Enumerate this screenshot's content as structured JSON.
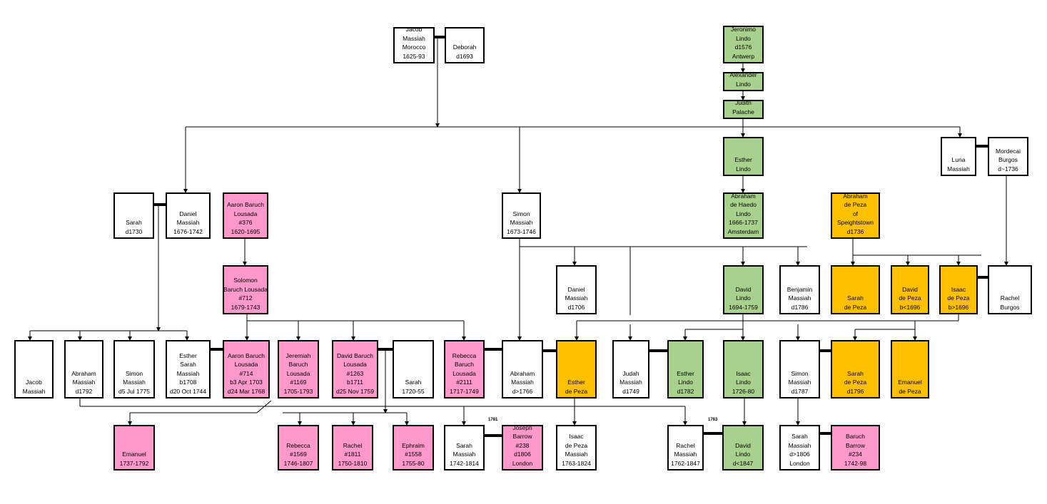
{
  "colors": {
    "white": "#ffffff",
    "green": "#a9d18e",
    "pink": "#ff99cc",
    "gold": "#ffc000",
    "line": "#000000"
  },
  "people": {
    "jacob_massiah_sr": {
      "lines": [
        "Jacob",
        "Massiah",
        "Morocco",
        "1625-93"
      ],
      "fill": "white"
    },
    "deborah": {
      "lines": [
        "Deborah",
        "d1693"
      ],
      "fill": "white"
    },
    "jeronimo_lindo": {
      "lines": [
        "Jeronimo",
        "Lindo",
        "d1576",
        "Antwerp"
      ],
      "fill": "green"
    },
    "alexander_lindo": {
      "lines": [
        "Alexander",
        "Lindo"
      ],
      "fill": "green"
    },
    "judith_palache": {
      "lines": [
        "Judith",
        "Palache"
      ],
      "fill": "green"
    },
    "esther_lindo_sr": {
      "lines": [
        "Esther",
        "Lindo"
      ],
      "fill": "green"
    },
    "luna_massiah": {
      "lines": [
        "Luna",
        "Massiah"
      ],
      "fill": "white"
    },
    "mordecai_burgos": {
      "lines": [
        "Mordecai",
        "Burgos",
        "d~1736"
      ],
      "fill": "white"
    },
    "sarah_d1730": {
      "lines": [
        "Sarah",
        "d1730"
      ],
      "fill": "white"
    },
    "daniel_massiah_sr": {
      "lines": [
        "Daniel",
        "Massiah",
        "1676-1742"
      ],
      "fill": "white"
    },
    "aaron_baruch_376": {
      "lines": [
        "Aaron Baruch",
        "Lousada",
        "#376",
        "1620-1695"
      ],
      "fill": "pink"
    },
    "simon_massiah_sr": {
      "lines": [
        "Simon",
        "Massiah",
        "1673-1746"
      ],
      "fill": "white"
    },
    "abraham_de_haedo": {
      "lines": [
        "Abraham",
        "de Haedo",
        "Lindo",
        "1666-1737",
        "Amsterdam"
      ],
      "fill": "green"
    },
    "abraham_de_peza": {
      "lines": [
        "Abraham",
        "de Peza",
        "of",
        "Speightstown",
        "d1736"
      ],
      "fill": "gold"
    },
    "solomon_baruch": {
      "lines": [
        "Solomon",
        "Baruch Lousada",
        "#712",
        "1679-1743"
      ],
      "fill": "pink"
    },
    "daniel_massiah_d1706": {
      "lines": [
        "Daniel",
        "Massiah",
        "d1706"
      ],
      "fill": "white"
    },
    "david_lindo_sr": {
      "lines": [
        "David",
        "Lindo",
        "1694-1759"
      ],
      "fill": "green"
    },
    "benjamin_massiah": {
      "lines": [
        "Benjamin",
        "Massiah",
        "d1786"
      ],
      "fill": "white"
    },
    "sarah_de_peza": {
      "lines": [
        "Sarah",
        "de Peza"
      ],
      "fill": "gold"
    },
    "david_de_peza": {
      "lines": [
        "David",
        "de Peza",
        "b<1696"
      ],
      "fill": "gold"
    },
    "isaac_de_peza": {
      "lines": [
        "Isaac",
        "de Peza",
        "b>1696"
      ],
      "fill": "gold"
    },
    "rachel_burgos": {
      "lines": [
        "Rachel",
        "Burgos"
      ],
      "fill": "white"
    },
    "jacob_massiah_jr": {
      "lines": [
        "Jacob",
        "Massiah"
      ],
      "fill": "white"
    },
    "abraham_massiah_d1792": {
      "lines": [
        "Abraham",
        "Massiah",
        "d1792"
      ],
      "fill": "white"
    },
    "simon_massiah_d1775": {
      "lines": [
        "Simon",
        "Massiah",
        "d5 Jul 1775"
      ],
      "fill": "white"
    },
    "esther_sarah_massiah": {
      "lines": [
        "Esther",
        "Sarah",
        "Massiah",
        "b1708",
        "d20 Oct 1744"
      ],
      "fill": "white"
    },
    "aaron_baruch_714": {
      "lines": [
        "Aaron Baruch",
        "Lousada",
        "#714",
        "b3 Apr 1703",
        "d24 Mar 1768"
      ],
      "fill": "pink"
    },
    "jeremiah_baruch": {
      "lines": [
        "Jeremiah",
        "Baruch",
        "Lousada",
        "#1169",
        "1705-1793"
      ],
      "fill": "pink"
    },
    "david_baruch": {
      "lines": [
        "David Baruch",
        "Lousada",
        "#1263",
        "b1711",
        "d25 Nov 1759"
      ],
      "fill": "pink"
    },
    "sarah_1720": {
      "lines": [
        "Sarah",
        "1720-55"
      ],
      "fill": "white"
    },
    "rebecca_baruch": {
      "lines": [
        "Rebecca",
        "Baruch",
        "Lousada",
        "#2111",
        "1717-1749"
      ],
      "fill": "pink"
    },
    "abraham_massiah_d1766": {
      "lines": [
        "Abraham",
        "Massiah",
        "d>1766"
      ],
      "fill": "white"
    },
    "esther_de_peza": {
      "lines": [
        "Esther",
        "de Peza"
      ],
      "fill": "gold"
    },
    "judah_massiah": {
      "lines": [
        "Judah",
        "Massiah",
        "d1749"
      ],
      "fill": "white"
    },
    "esther_lindo_d1782": {
      "lines": [
        "Esther",
        "Lindo",
        "d1782"
      ],
      "fill": "green"
    },
    "isaac_lindo": {
      "lines": [
        "Isaac",
        "Lindo",
        "1726-80"
      ],
      "fill": "green"
    },
    "simon_massiah_d1787": {
      "lines": [
        "Simon",
        "Massiah",
        "d1787"
      ],
      "fill": "white"
    },
    "sarah_de_peza_d1796": {
      "lines": [
        "Sarah",
        "de Peza",
        "d1796"
      ],
      "fill": "gold"
    },
    "emanuel_de_peza": {
      "lines": [
        "Emanuel",
        "de Peza"
      ],
      "fill": "gold"
    },
    "emanuel": {
      "lines": [
        "Emanuel",
        "1737-1792"
      ],
      "fill": "pink"
    },
    "rebecca_1569": {
      "lines": [
        "Rebecca",
        "#1569",
        "1746-1807"
      ],
      "fill": "pink"
    },
    "rachel_1811": {
      "lines": [
        "Rachel",
        "#1811",
        "1750-1810"
      ],
      "fill": "pink"
    },
    "ephraim_1558": {
      "lines": [
        "Ephraim",
        "#1558",
        "1755-80"
      ],
      "fill": "pink"
    },
    "sarah_massiah_1742": {
      "lines": [
        "Sarah",
        "Massiah",
        "1742-1814"
      ],
      "fill": "white"
    },
    "joseph_barrow": {
      "lines": [
        "Joseph",
        "Barrow",
        "#238",
        "d1806",
        "London"
      ],
      "fill": "pink"
    },
    "isaac_de_peza_massiah": {
      "lines": [
        "Isaac",
        "de Peza",
        "Massiah",
        "1763-1824"
      ],
      "fill": "white"
    },
    "rachel_massiah": {
      "lines": [
        "Rachel",
        "Massiah",
        "1762-1847"
      ],
      "fill": "white"
    },
    "david_lindo_jr": {
      "lines": [
        "David",
        "Lindo",
        "d<1847"
      ],
      "fill": "green"
    },
    "sarah_massiah_d1806": {
      "lines": [
        "Sarah",
        "Massiah",
        "d>1806",
        "London"
      ],
      "fill": "white"
    },
    "baruch_barrow": {
      "lines": [
        "Baruch",
        "Barrow",
        "#234",
        "1742-98"
      ],
      "fill": "pink"
    }
  },
  "notes": {
    "marriage_1781": "1781",
    "marriage_1783": "1783"
  }
}
